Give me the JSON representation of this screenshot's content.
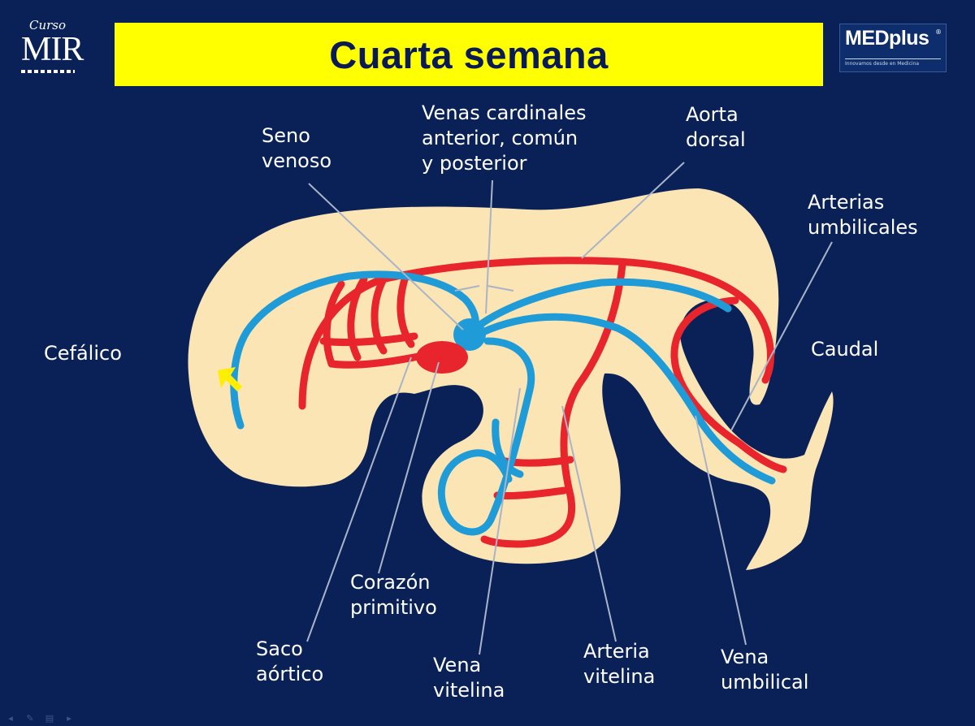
{
  "slide": {
    "title": "Cuarta semana",
    "background_color": "#0a2158",
    "title_bar_color": "#ffff00"
  },
  "logos": {
    "mir": {
      "script": "Curso",
      "main": "MIR"
    },
    "medplus": {
      "brand": "MEDplus",
      "registered": "®",
      "tagline": "Innovamos desde en Medicina"
    }
  },
  "colors": {
    "embryo": "#fbe5b4",
    "artery": "#e8242c",
    "vein": "#1f9bd8",
    "leader_line": "#a9b4c8",
    "marker": "#ffee00"
  },
  "labels": {
    "seno_venoso": [
      "Seno",
      "venoso"
    ],
    "venas_cardinales": [
      "Venas cardinales",
      "anterior, común",
      "y posterior"
    ],
    "aorta_dorsal": [
      "Aorta",
      "dorsal"
    ],
    "arterias_umbilicales": [
      "Arterias",
      "umbilicales"
    ],
    "cefalico": [
      "Cefálico"
    ],
    "caudal": [
      "Caudal"
    ],
    "corazon_primitivo": [
      "Corazón",
      "primitivo"
    ],
    "saco_aortico": [
      "Saco",
      "aórtico"
    ],
    "vena_vitelina": [
      "Vena",
      "vitelina"
    ],
    "arteria_vitelina": [
      "Arteria",
      "vitelina"
    ],
    "vena_umbilical": [
      "Vena",
      "umbilical"
    ]
  },
  "toolbar": {
    "icons": [
      "arrow-left-icon",
      "pen-icon",
      "menu-icon",
      "arrow-right-icon"
    ],
    "glyphs": [
      "◂",
      "✎",
      "▤",
      "▸"
    ]
  }
}
